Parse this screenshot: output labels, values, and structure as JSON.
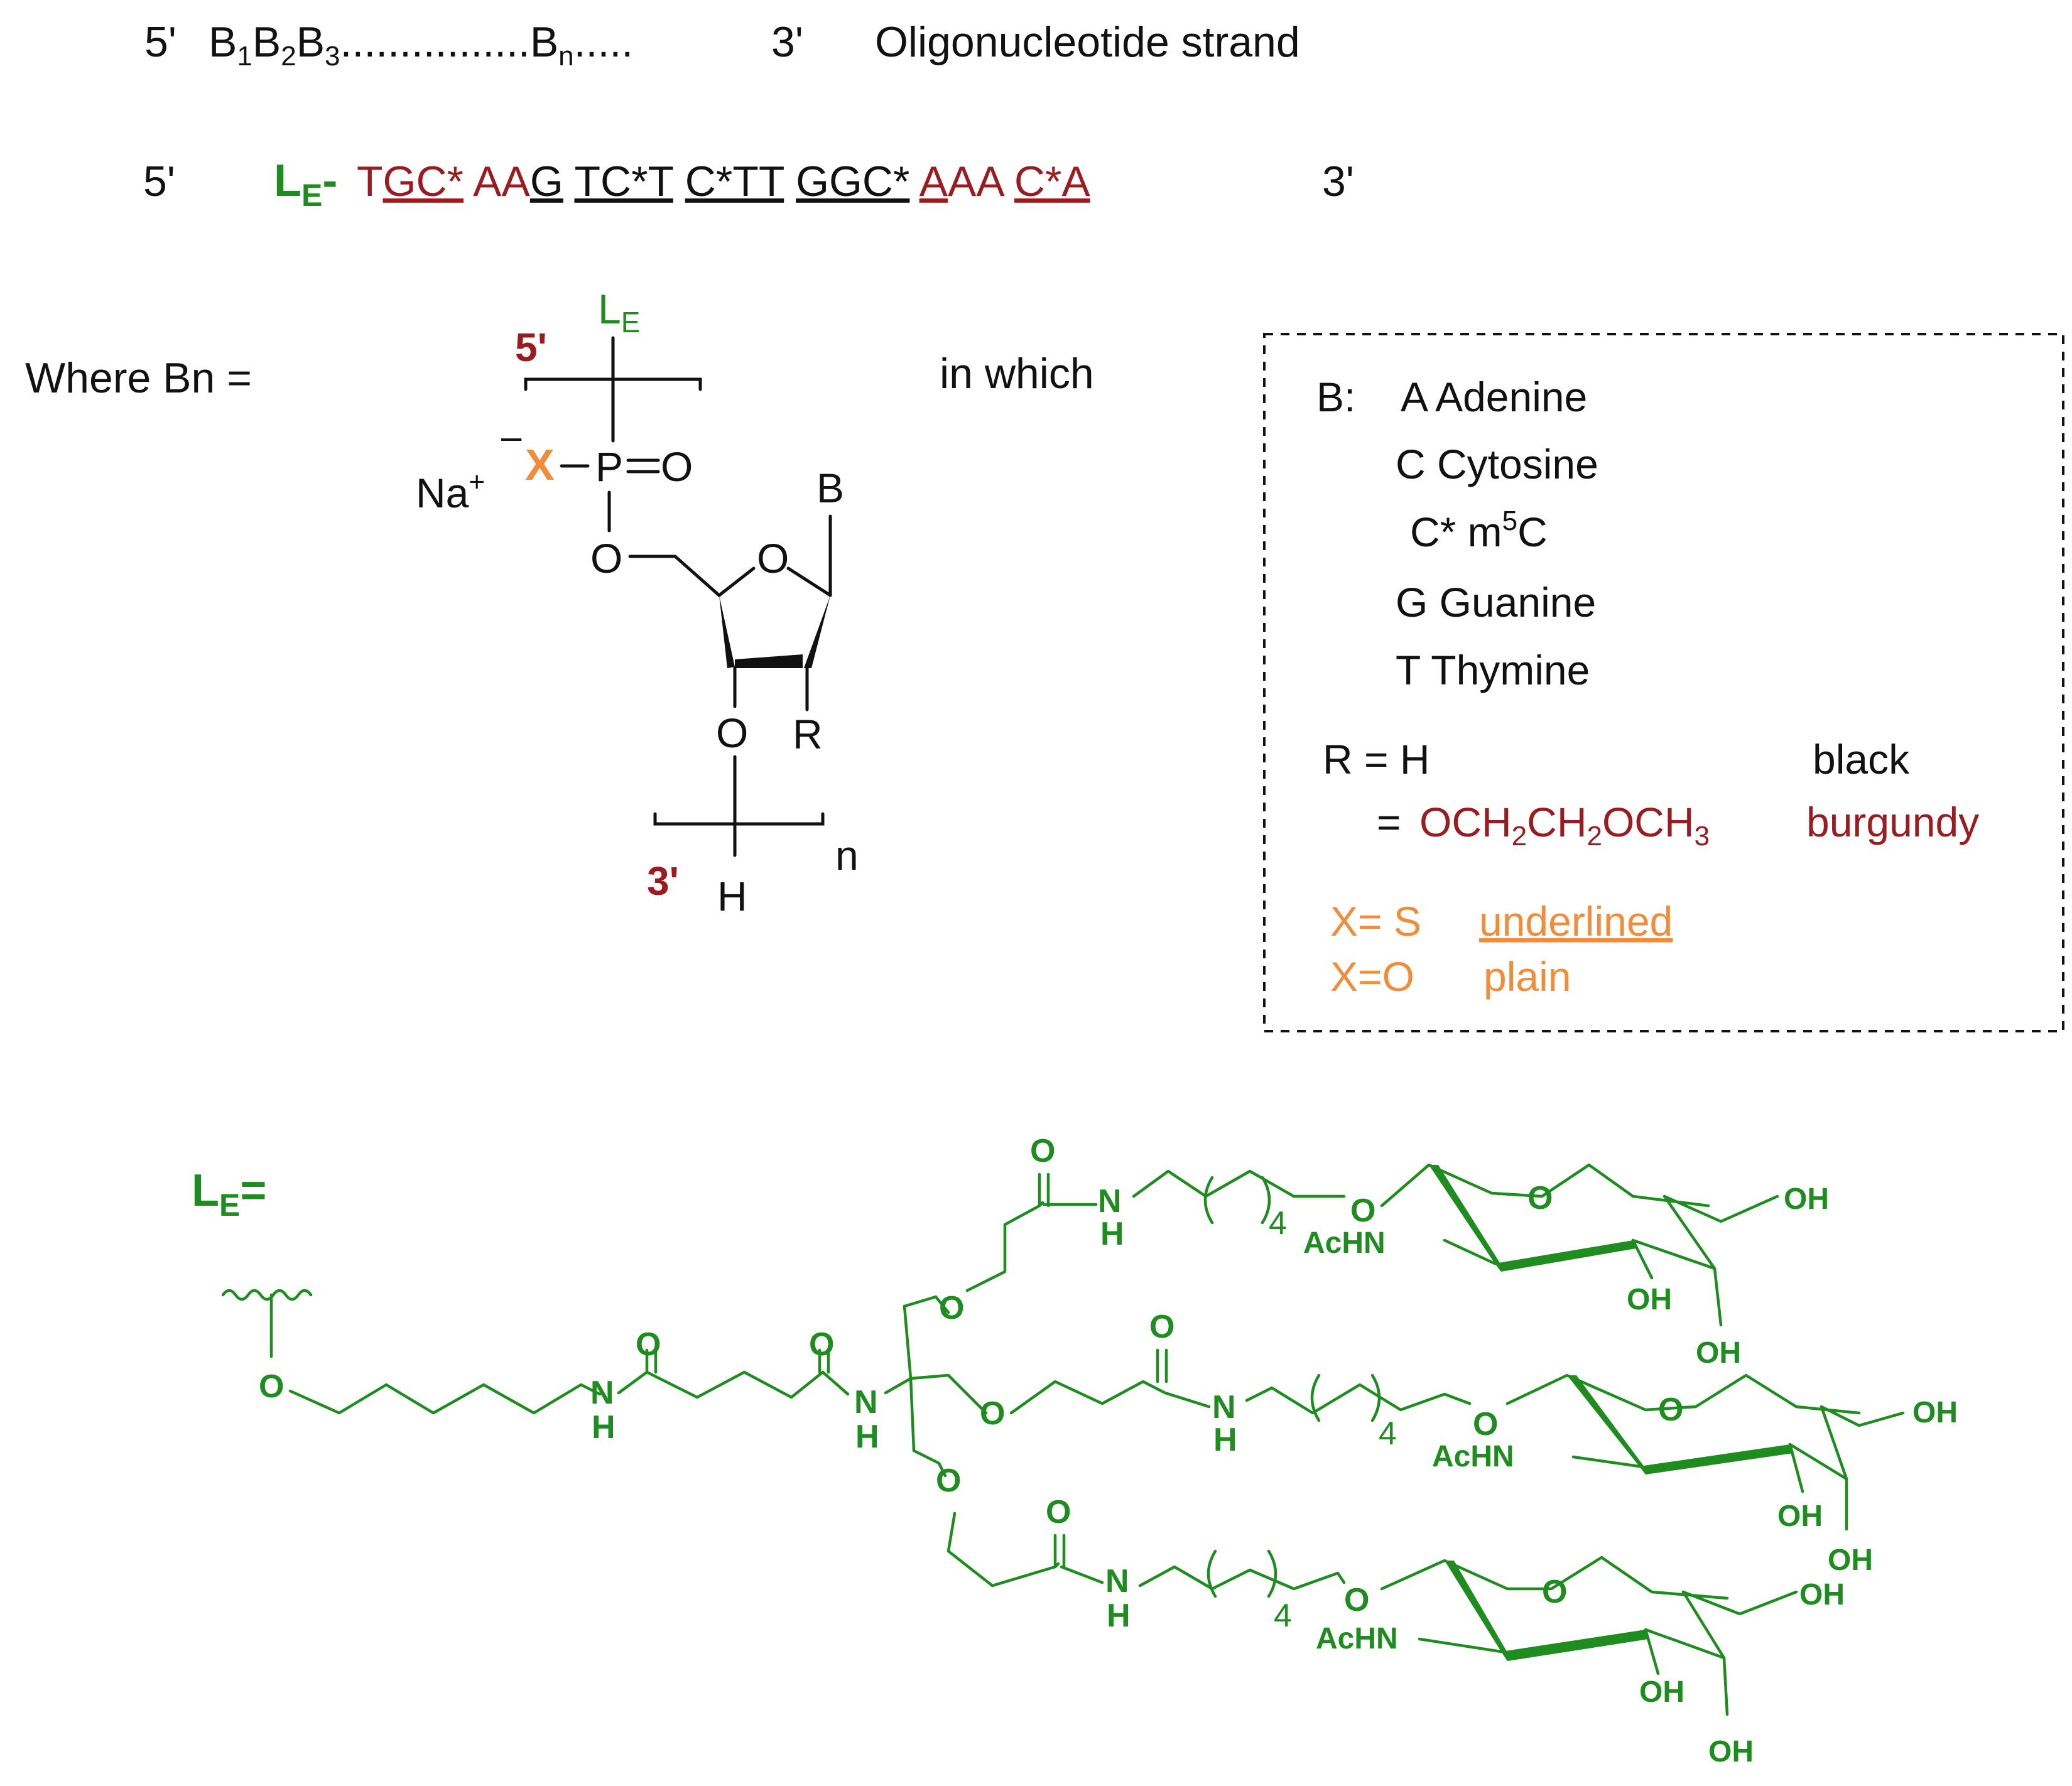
{
  "line1": {
    "five_prime": "5'",
    "b": "B",
    "sub1": "1",
    "sub2": "2",
    "sub3": "3",
    "dots": "................",
    "sub_n": "n",
    "dots2": ".....",
    "three_prime": "3'",
    "label": "Oligonucleotide strand"
  },
  "line2": {
    "five_prime": "5'",
    "le_L": "L",
    "le_E": "E",
    "dash": "-",
    "segments": [
      "T",
      "GC*",
      "AA",
      "G",
      "TC*T",
      "C*TT",
      "GGC*",
      "A",
      "AA",
      "C*A"
    ],
    "three_prime": "3'"
  },
  "structure": {
    "where_label": "Where Bn =",
    "le_L": "L",
    "le_E": "E",
    "five_prime": "5'",
    "three_prime": "3'",
    "na": "Na",
    "plus": "+",
    "minus": "–",
    "x": "X",
    "p": "P",
    "eq_o": "O",
    "o_ester": "O",
    "ring_o": "O",
    "b": "B",
    "o3": "O",
    "r": "R",
    "h": "H",
    "n": "n",
    "in_which": "in which"
  },
  "legend": {
    "b_head": "B:",
    "bases": [
      "A Adenine",
      "C Cytosine"
    ],
    "cstar": "C* m",
    "cstar_sup": "5",
    "cstar_tail": "C",
    "bases2": [
      "G Guanine",
      "T Thymine"
    ],
    "r_h": "R  =  H",
    "black": "black",
    "r_eq": "=",
    "moe": [
      "OCH",
      "2",
      "CH",
      "2",
      "OCH",
      "3"
    ],
    "burgundy": "burgundy",
    "xs": "X= S",
    "underlined": "underlined",
    "xo": "X=O",
    "plain": "plain"
  },
  "le_def": {
    "L": "L",
    "E": "E",
    "eq": "=",
    "O": "O",
    "N": "N",
    "H": "H",
    "OH": "OH",
    "AcHN": "AcHN",
    "four": "4"
  },
  "colors": {
    "black": "#111111",
    "green": "#1e8c1e",
    "burgundy": "#9b1c20",
    "orange": "#f08c3a"
  }
}
